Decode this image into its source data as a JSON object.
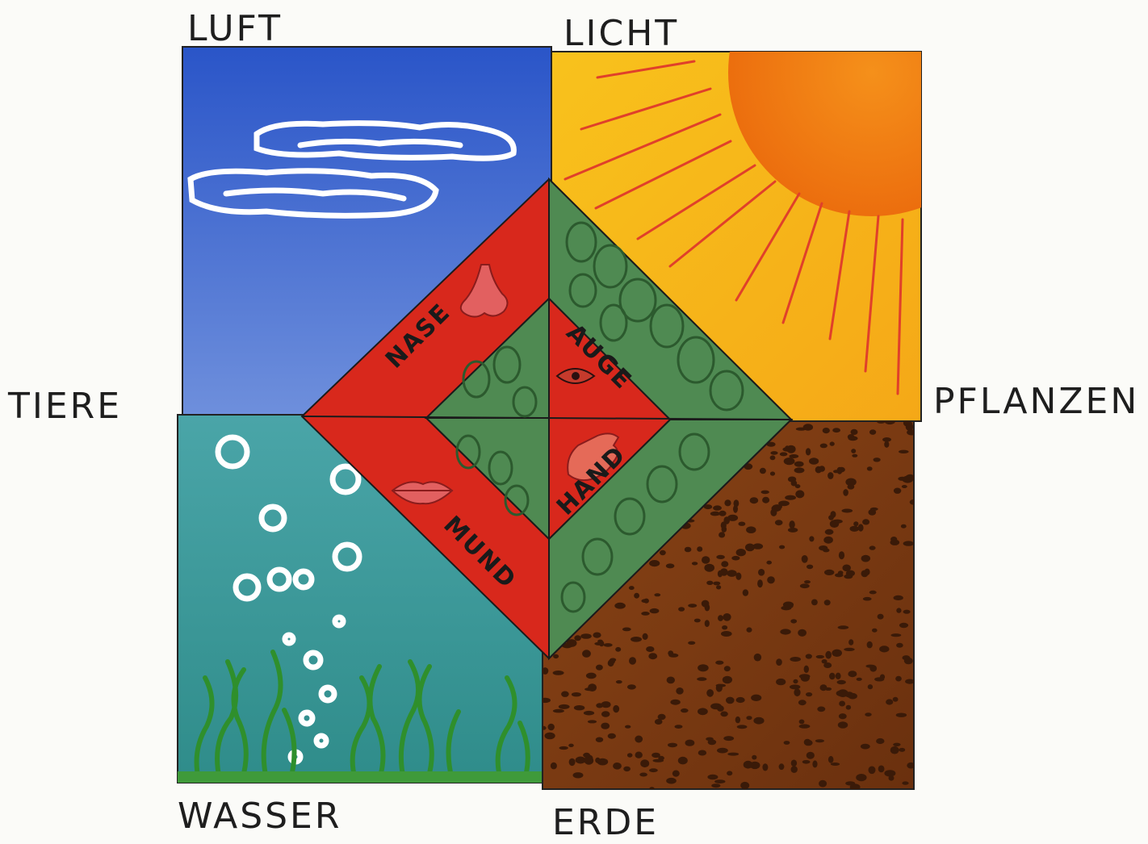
{
  "outer_labels": {
    "luft": "LUFT",
    "licht": "LICHT",
    "tiere": "TIERE",
    "pflanzen": "PFLANZEN",
    "wasser": "WASSER",
    "erde": "ERDE"
  },
  "inner_labels": {
    "nase": "NASE",
    "auge": "AUGE",
    "hand": "HAND",
    "mund": "MUND"
  },
  "colors": {
    "sky": "#2f5fd0",
    "sun_field": "#f6b419",
    "sun": "#f07a10",
    "water": "#3a9a9a",
    "earth": "#7a3a12",
    "diamond_red": "#d8281c",
    "diamond_green": "#4f8a52",
    "ray": "#e0402a"
  }
}
